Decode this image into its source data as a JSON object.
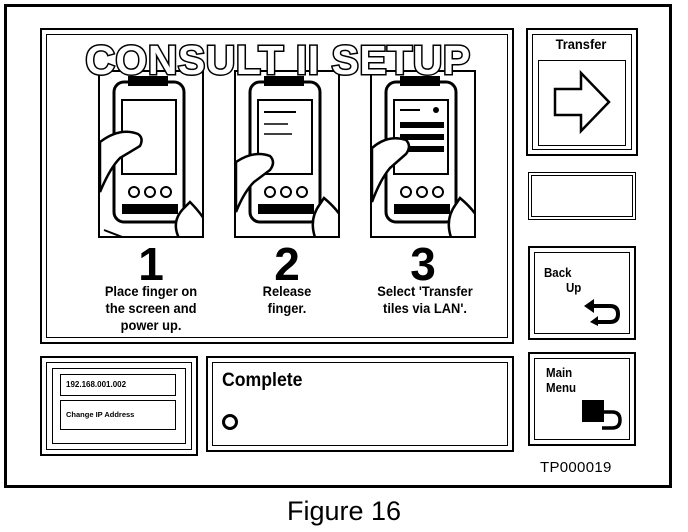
{
  "screen": {
    "title": "CONSULT II SETUP",
    "figure_id": "TP000019",
    "caption": "Figure 16"
  },
  "steps": [
    {
      "number": "1",
      "lines": [
        "Place finger on",
        "the screen and",
        "power up."
      ]
    },
    {
      "number": "2",
      "lines": [
        "Release",
        "finger."
      ]
    },
    {
      "number": "3",
      "lines": [
        "Select 'Transfer",
        "tiles via LAN'."
      ]
    }
  ],
  "ip": {
    "address": "192.168.001.002",
    "change_label": "Change IP Address"
  },
  "status": {
    "text": "Complete"
  },
  "buttons": {
    "transfer_label": "Transfer",
    "back_up_line1": "Back",
    "back_up_line2": "Up",
    "main_menu_line1": "Main",
    "main_menu_line2": "Menu"
  },
  "icons": {
    "transfer": "right-arrow-icon",
    "back_up": "return-arrow-icon",
    "main_menu": "menu-return-icon",
    "status": "circle-indicator-icon"
  }
}
